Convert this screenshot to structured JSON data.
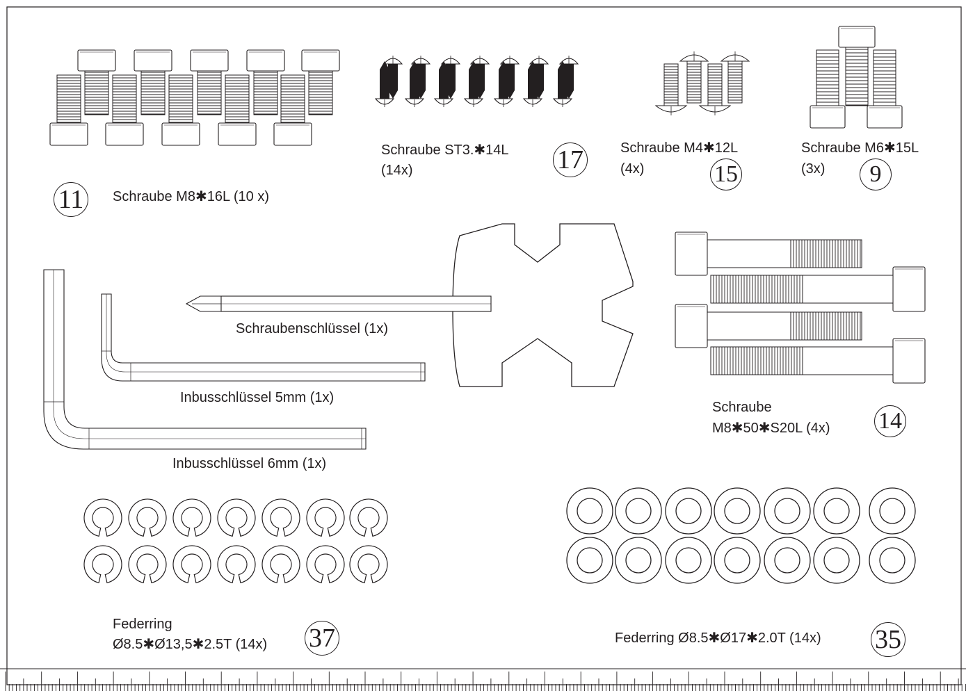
{
  "parts": [
    {
      "id": "bolt-m8-16",
      "number": "11",
      "label_lines": [
        "Schraube M8✱16L (10 x)"
      ]
    },
    {
      "id": "screw-st3-14",
      "number": "17",
      "label_lines": [
        "Schraube ST3.✱14L",
        "(14x)"
      ]
    },
    {
      "id": "screw-m4-12",
      "number": "15",
      "label_lines": [
        "Schraube M4✱12L",
        "(4x)"
      ]
    },
    {
      "id": "bolt-m6-15",
      "number": "9",
      "label_lines": [
        "Schraube M6✱15L",
        "(3x)"
      ]
    },
    {
      "id": "wrench",
      "number": "",
      "label_lines": [
        "Schraubenschlüssel (1x)"
      ]
    },
    {
      "id": "allen-5mm",
      "number": "",
      "label_lines": [
        "Inbusschlüssel  5mm (1x)"
      ]
    },
    {
      "id": "allen-6mm",
      "number": "",
      "label_lines": [
        "Inbusschlüssel  6mm (1x)"
      ]
    },
    {
      "id": "bolt-m8-50",
      "number": "14",
      "label_lines": [
        "Schraube",
        "M8✱50✱S20L (4x)"
      ]
    },
    {
      "id": "spring-washer",
      "number": "37",
      "label_lines": [
        "Federring",
        "Ø8.5✱Ø13,5✱2.5T (14x)"
      ]
    },
    {
      "id": "flat-washer",
      "number": "35",
      "label_lines": [
        "Federring Ø8.5✱Ø17✱2.0T (14x)"
      ]
    }
  ],
  "colors": {
    "line": "#231f20",
    "fill_dark": "#231f20",
    "background": "#ffffff"
  }
}
